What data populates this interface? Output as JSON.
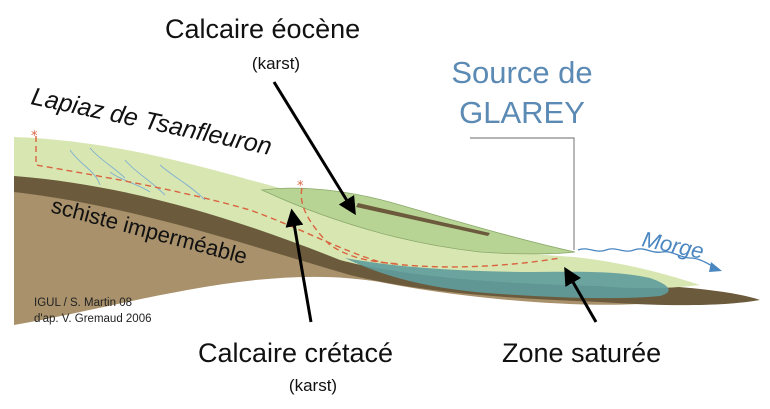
{
  "labels": {
    "calcaire_eocene": "Calcaire éocène",
    "karst_top": "(karst)",
    "calcaire_cretace": "Calcaire crétacé",
    "karst_bottom": "(karst)",
    "zone_saturee": "Zone saturée",
    "source_line1": "Source de",
    "source_line2": "GLAREY",
    "lapiaz": "Lapiaz de Tsanfleuron",
    "schiste": "schiste imperméable",
    "morge": "Morge",
    "credit_line1": "IGUL / S. Martin 08",
    "credit_line2": "d'ap. V. Gremaud 2006"
  },
  "colors": {
    "limestone_cretace": "#d8e6b2",
    "limestone_eocene": "#b8d494",
    "schist": "#6b5a3c",
    "basement": "#a8916b",
    "saturated_zone": "#5f9c9c",
    "flow_path": "#d9643f",
    "karst_conduits": "#7fb0d0",
    "river": "#4a86c0",
    "source_text": "#5b8ab4"
  }
}
